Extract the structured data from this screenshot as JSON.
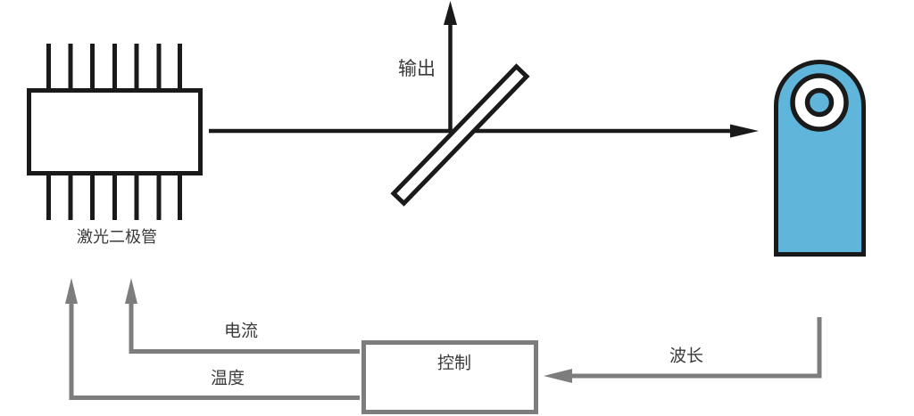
{
  "diagram": {
    "kind": "laser-wavelength-control-schematic",
    "labels": {
      "laser_diode": "激光二极管",
      "output": "输出",
      "current": "电流",
      "temperature": "温度",
      "control": "控制",
      "wavelength": "波长"
    },
    "colors": {
      "ink": "#1a1a1a",
      "line_gray": "#7d7d7d",
      "detector_fill": "#5fb6da",
      "text": "#3a3a3a",
      "background": "#ffffff"
    }
  }
}
